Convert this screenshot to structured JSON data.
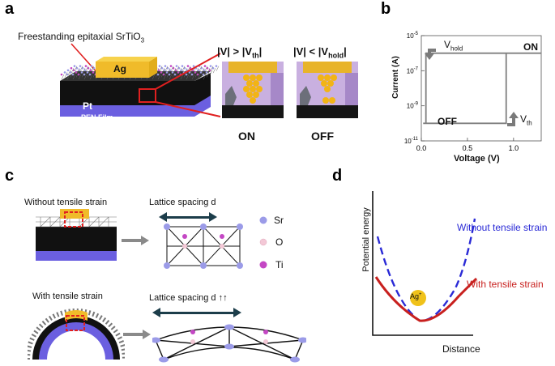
{
  "panel_labels": {
    "a": "a",
    "b": "b",
    "c": "c",
    "d": "d"
  },
  "panel_a": {
    "material_label": "Freestanding epitaxial SrTiO",
    "material_sub": "3",
    "electrode_top": "Ag",
    "electrode_bottom": "Pt",
    "substrate": "PEN Film",
    "cond_on": {
      "pre": "|V| > |V",
      "sub": "th",
      "post": "|"
    },
    "cond_off": {
      "pre": "|V| < |V",
      "sub": "hold",
      "post": "|"
    },
    "state_on": "ON",
    "state_off": "OFF"
  },
  "panel_b": {
    "y_axis_label": "Current (A)",
    "x_axis_label": "Voltage (V)",
    "x_ticks": [
      "0.0",
      "0.5",
      "1.0"
    ],
    "y_ticks": [
      {
        "base": "10",
        "exp": "-5"
      },
      {
        "base": "10",
        "exp": "-7"
      },
      {
        "base": "10",
        "exp": "-9"
      },
      {
        "base": "10",
        "exp": "-11"
      }
    ],
    "label_on": "ON",
    "label_off": "OFF",
    "vhold": {
      "base": "V",
      "sub": "hold"
    },
    "vth": {
      "base": "V",
      "sub": "th"
    },
    "loop_current": {
      "low": 1e-10,
      "high": 1e-06
    },
    "loop_voltage": {
      "vhold": 0.05,
      "vth": 0.92,
      "vmax": 1.3
    }
  },
  "panel_c": {
    "without_strain": "Without tensile strain",
    "with_strain": "With tensile strain",
    "lattice_spacing": "Lattice spacing d",
    "lattice_spacing_up": "Lattice spacing d ↑↑",
    "legend": [
      "Sr",
      "O",
      "Ti"
    ],
    "legend_colors": [
      "#9b9be8",
      "#f3c8d6",
      "#c447c4"
    ]
  },
  "panel_d": {
    "y_axis_label": "Potential energy",
    "x_axis_label": "Distance",
    "series_without": "Without tensile strain",
    "series_with": "With tensile strain",
    "ion_label": "Ag",
    "ion_sup": "+",
    "colors": {
      "without": "#2a2ad6",
      "with": "#c8201e"
    }
  }
}
